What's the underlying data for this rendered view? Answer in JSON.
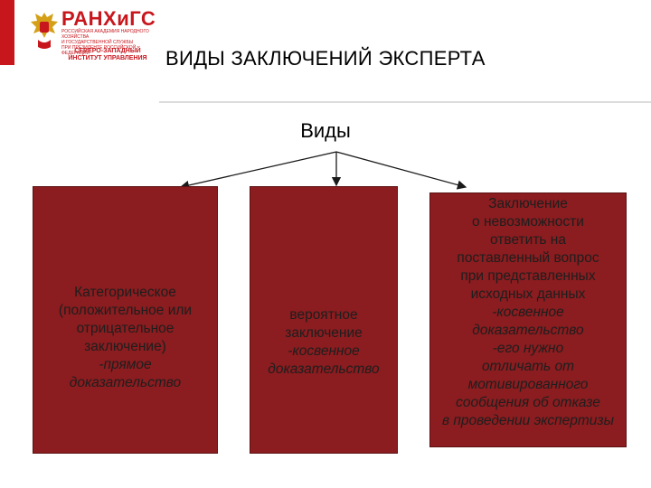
{
  "header": {
    "brand_name": "РАНХиГС",
    "brand_subtitle": "РОССИЙСКАЯ АКАДЕМИЯ НАРОДНОГО ХОЗЯЙСТВА\nИ ГОСУДАРСТВЕННОЙ СЛУЖБЫ\nПРИ ПРЕЗИДЕНТЕ РОССИЙСКОЙ ФЕДЕРАЦИИ",
    "brand_branch": "СЕВЕРО-ЗАПАДНЫЙ\nИНСТИТУТ УПРАВЛЕНИЯ",
    "title": "ВИДЫ ЗАКЛЮЧЕНИЙ ЭКСПЕРТА",
    "accent_color": "#c8161d"
  },
  "diagram": {
    "root": "Виды",
    "box_color": "#8b1c1f",
    "boxes": [
      {
        "lines": [
          {
            "text": "Категорическое",
            "italic": false
          },
          {
            "text": "(положительное или",
            "italic": false
          },
          {
            "text": "отрицательное",
            "italic": false
          },
          {
            "text": "заключение)",
            "italic": false
          },
          {
            "text": "-прямое",
            "italic": true
          },
          {
            "text": "доказательство",
            "italic": true
          }
        ]
      },
      {
        "lines": [
          {
            "text": "вероятное",
            "italic": false
          },
          {
            "text": "заключение",
            "italic": false
          },
          {
            "text": "-косвенное",
            "italic": true
          },
          {
            "text": "доказательство",
            "italic": true
          }
        ]
      },
      {
        "lines": [
          {
            "text": "Заключение",
            "italic": false
          },
          {
            "text": "о невозможности",
            "italic": false
          },
          {
            "text": "ответить на",
            "italic": false
          },
          {
            "text": "поставленный вопрос",
            "italic": false
          },
          {
            "text": "при представленных",
            "italic": false
          },
          {
            "text": "исходных данных",
            "italic": false
          },
          {
            "text": "-косвенное",
            "italic": true
          },
          {
            "text": "доказательство",
            "italic": true
          },
          {
            "text": "-его нужно",
            "italic": true
          },
          {
            "text": "отличать от",
            "italic": true
          },
          {
            "text": "мотивированного",
            "italic": true
          },
          {
            "text": "сообщения об отказе",
            "italic": true
          },
          {
            "text": "в проведении экспертизы",
            "italic": true
          }
        ]
      }
    ]
  }
}
